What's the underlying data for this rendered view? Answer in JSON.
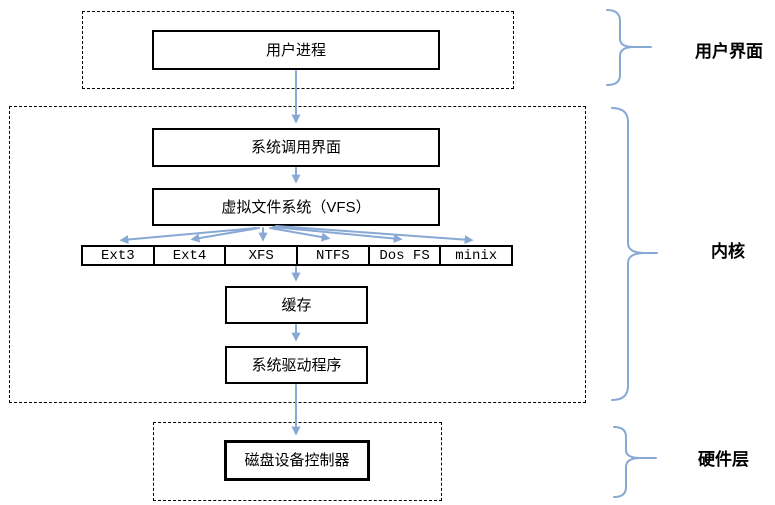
{
  "colors": {
    "arrow": "#87a9d4",
    "border": "#000000"
  },
  "layers": {
    "user_interface": {
      "label": "用户界面",
      "boxes": {
        "user_process": "用户进程"
      }
    },
    "kernel": {
      "label": "内核",
      "boxes": {
        "syscall": "系统调用界面",
        "vfs": "虚拟文件系统（VFS）",
        "filesystems": [
          "Ext3",
          "Ext4",
          "XFS",
          "NTFS",
          "Dos FS",
          "minix"
        ],
        "cache": "缓存",
        "driver": "系统驱动程序"
      }
    },
    "hardware": {
      "label": "硬件层",
      "boxes": {
        "disk_controller": "磁盘设备控制器"
      }
    }
  }
}
